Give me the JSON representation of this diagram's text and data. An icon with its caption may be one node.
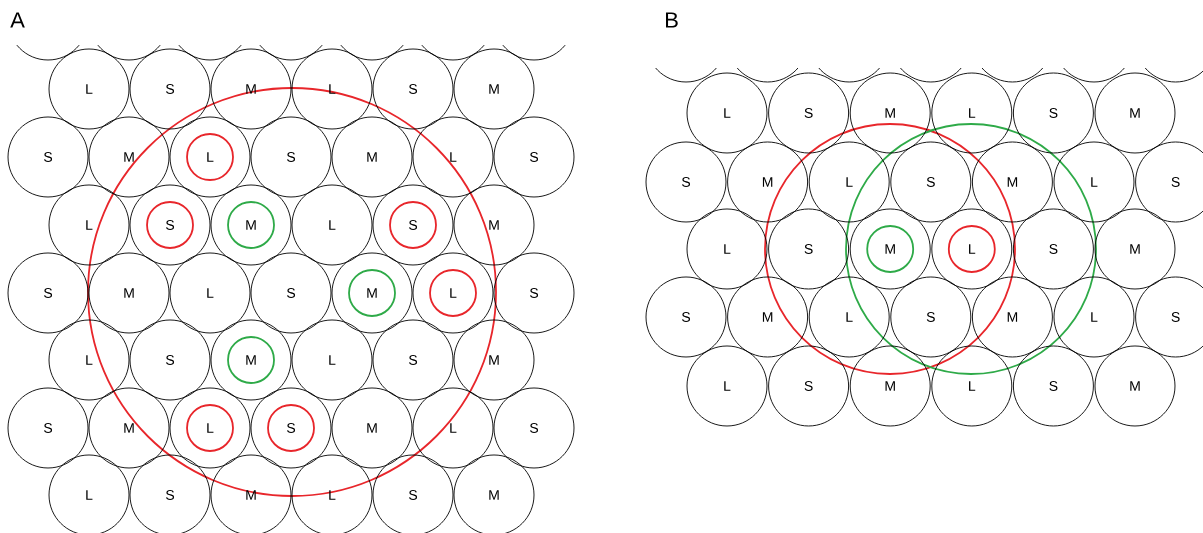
{
  "diagram": {
    "nodes": [
      {
        "text": [
          "L"
        ]
      },
      {
        "text": [
          "S"
        ]
      },
      {
        "text": [
          "M"
        ]
      },
      {
        "text": [
          "L"
        ]
      },
      {
        "text": [
          "S"
        ]
      },
      {
        "text": [
          "M"
        ]
      },
      {
        "text": [
          "S"
        ]
      },
      {
        "text": [
          "M"
        ]
      },
      {
        "text": [
          "L"
        ]
      },
      {
        "text": [
          "S"
        ]
      },
      {
        "text": [
          "M"
        ]
      },
      {
        "text": [
          "L"
        ]
      },
      {
        "text": [
          "S"
        ]
      },
      {
        "text": [
          "L"
        ]
      },
      {
        "text": [
          "S"
        ]
      },
      {
        "text": [
          "M"
        ]
      },
      {
        "text": [
          "L"
        ]
      },
      {
        "text": [
          "S"
        ]
      },
      {
        "text": [
          "M"
        ]
      },
      {
        "text": [
          "S"
        ]
      },
      {
        "text": [
          "M"
        ]
      },
      {
        "text": [
          "L"
        ]
      },
      {
        "text": [
          "S"
        ]
      },
      {
        "text": [
          "M"
        ]
      },
      {
        "text": [
          "L"
        ]
      },
      {
        "text": [
          "S"
        ]
      },
      {
        "text": [
          "L"
        ]
      },
      {
        "text": [
          "S"
        ]
      },
      {
        "text": [
          "M"
        ]
      },
      {
        "text": [
          "L"
        ]
      },
      {
        "text": [
          "S"
        ]
      },
      {
        "text": [
          "M"
        ]
      },
      {
        "text": [
          "S"
        ]
      },
      {
        "text": [
          "M"
        ]
      },
      {
        "text": [
          "L"
        ]
      },
      {
        "text": [
          "S"
        ]
      },
      {
        "text": [
          "M"
        ]
      },
      {
        "text": [
          "L"
        ]
      },
      {
        "text": [
          "S"
        ]
      },
      {
        "text": [
          "L"
        ]
      },
      {
        "text": [
          "S"
        ]
      },
      {
        "text": [
          "M"
        ]
      },
      {
        "text": [
          "L"
        ]
      },
      {
        "text": [
          "S"
        ]
      },
      {
        "text": [
          "M"
        ]
      },
      {
        "text": [
          "L"
        ]
      },
      {
        "text": [
          "S"
        ]
      },
      {
        "text": [
          "M"
        ]
      },
      {
        "text": [
          "L"
        ]
      },
      {
        "text": [
          "S"
        ]
      },
      {
        "text": [
          "M"
        ]
      },
      {
        "text": [
          "S"
        ]
      },
      {
        "text": [
          "M"
        ]
      },
      {
        "text": [
          "L"
        ]
      },
      {
        "text": [
          "S"
        ]
      },
      {
        "text": [
          "M"
        ]
      },
      {
        "text": [
          "L"
        ]
      },
      {
        "text": [
          "S"
        ]
      },
      {
        "text": [
          "L"
        ]
      },
      {
        "text": [
          "S"
        ]
      },
      {
        "text": [
          "M"
        ]
      },
      {
        "text": [
          "L"
        ]
      },
      {
        "text": [
          "S"
        ]
      },
      {
        "text": [
          "M"
        ]
      },
      {
        "text": [
          "S"
        ]
      },
      {
        "text": [
          "M"
        ]
      },
      {
        "text": [
          "L"
        ]
      },
      {
        "text": [
          "S"
        ]
      },
      {
        "text": [
          "M"
        ]
      },
      {
        "text": [
          "L"
        ]
      },
      {
        "text": [
          "S"
        ]
      },
      {
        "text": [
          "L"
        ]
      },
      {
        "text": [
          "S"
        ]
      },
      {
        "text": [
          "M"
        ]
      },
      {
        "text": [
          "L"
        ]
      },
      {
        "text": [
          "S"
        ]
      },
      {
        "text": [
          "M"
        ]
      }
    ],
    "labels": [
      "A",
      "B"
    ]
  }
}
